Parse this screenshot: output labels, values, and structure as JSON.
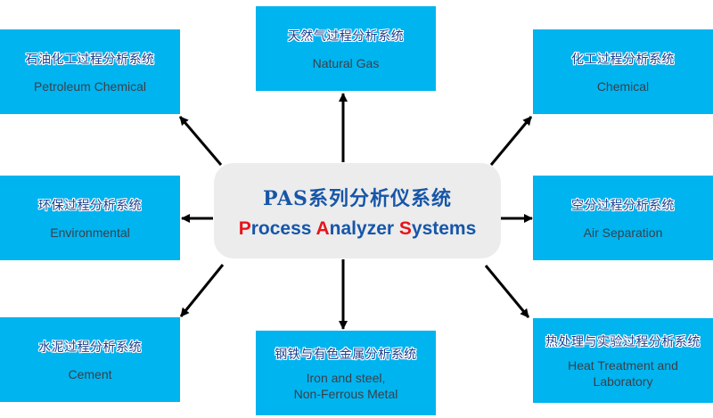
{
  "center": {
    "title_zh": "PAS系列分析仪系统",
    "title_en_parts": [
      {
        "text": "P",
        "accent": true
      },
      {
        "text": "rocess ",
        "accent": false
      },
      {
        "text": "A",
        "accent": true
      },
      {
        "text": "nalyzer ",
        "accent": false
      },
      {
        "text": "S",
        "accent": true
      },
      {
        "text": "ystems",
        "accent": false
      }
    ]
  },
  "nodes": {
    "petroleum": {
      "zh": "石油化工过程分析系统",
      "en": "Petroleum Chemical"
    },
    "natural_gas": {
      "zh": "天然气过程分析系统",
      "en": "Natural Gas"
    },
    "chemical": {
      "zh": "化工过程分析系统",
      "en": "Chemical"
    },
    "environmental": {
      "zh": "环保过程分析系统",
      "en": "Environmental"
    },
    "air_separation": {
      "zh": "空分过程分析系统",
      "en": "Air Separation"
    },
    "cement": {
      "zh": "水泥过程分析系统",
      "en": "Cement"
    },
    "iron_steel": {
      "zh": "钢铁与有色金属分析系统",
      "en_line1": "Iron and steel,",
      "en_line2": "Non-Ferrous Metal"
    },
    "heat_treatment": {
      "zh": "热处理与实验过程分析系统",
      "en_line1": "Heat Treatment and",
      "en_line2": "Laboratory"
    }
  },
  "colors": {
    "box_fill": "#00b4ef",
    "center_fill": "#ececec",
    "title_blue": "#1656a8",
    "accent_red": "#e8141c",
    "arrow": "#000000"
  }
}
